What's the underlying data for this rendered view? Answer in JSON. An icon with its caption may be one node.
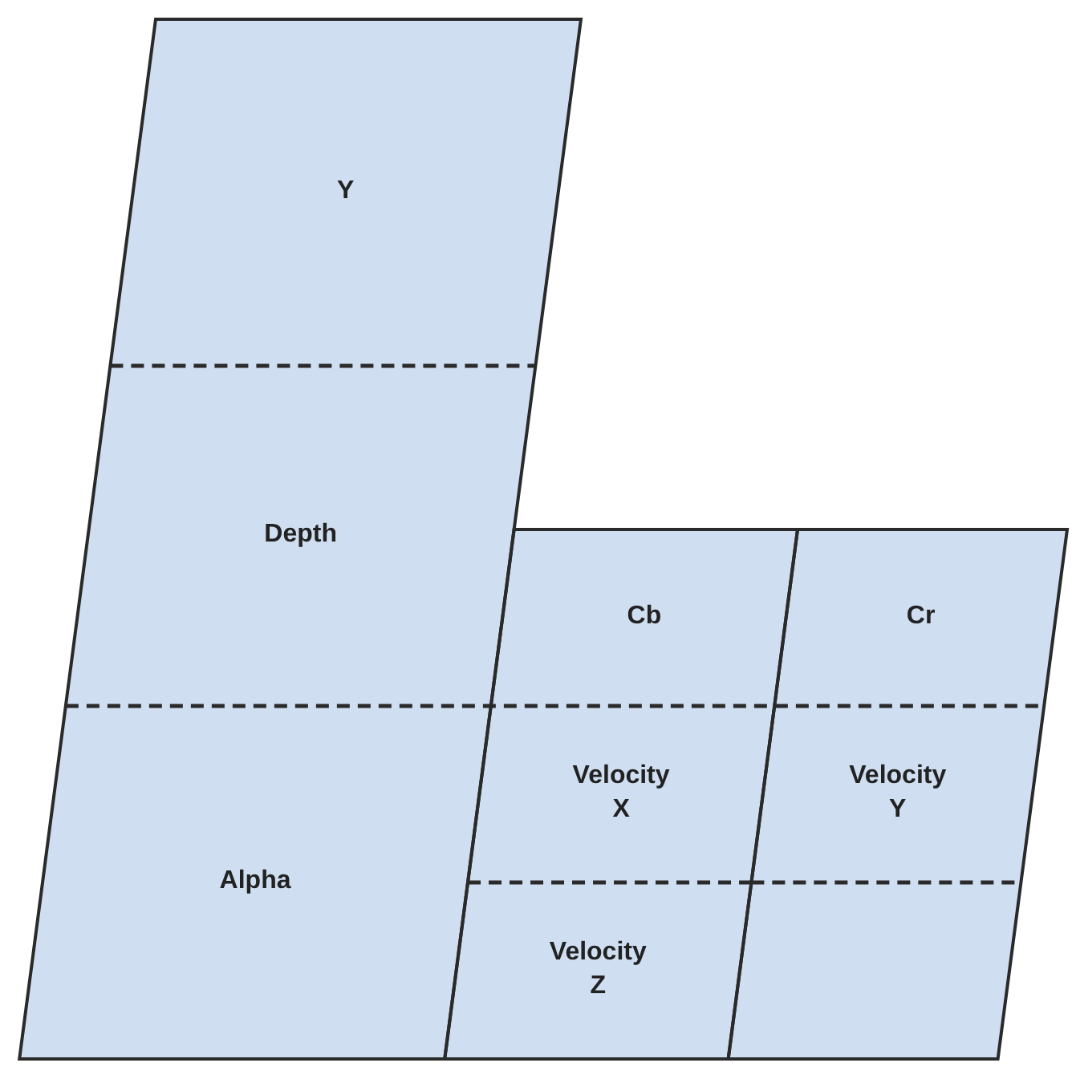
{
  "diagram": {
    "nodes": [
      {
        "text": [
          "Y"
        ]
      },
      {
        "text": [
          "Depth"
        ]
      },
      {
        "text": [
          "Alpha"
        ]
      },
      {
        "text": [
          "Cb"
        ]
      },
      {
        "text": [
          "Velocity X"
        ]
      },
      {
        "text": [
          "Velocity Z"
        ]
      },
      {
        "text": [
          "Cr"
        ]
      },
      {
        "text": [
          "Velocity Y"
        ]
      },
      {
        "text": [],
        "shape": "box"
      }
    ],
    "edges": []
  }
}
